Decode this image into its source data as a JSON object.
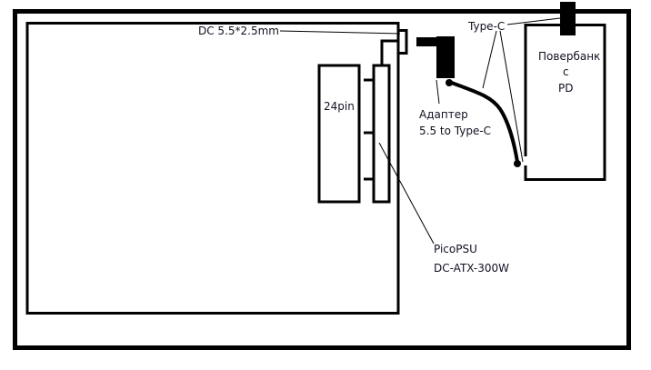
{
  "labels": {
    "dc_jack": "DC 5.5*2.5mm",
    "type_c": "Type-C",
    "powerbank_line1": "Повербанк",
    "powerbank_line2": "с",
    "powerbank_line3": "PD",
    "adapter_line1": "Адаптер",
    "adapter_line2": "5.5 to Type-C",
    "connector_24pin": "24pin",
    "picopsu_line1": "PicoPSU",
    "picopsu_line2": "DC-ATX-300W"
  },
  "colors": {
    "stroke": "#000000",
    "text": "#111122",
    "background": "#ffffff"
  }
}
